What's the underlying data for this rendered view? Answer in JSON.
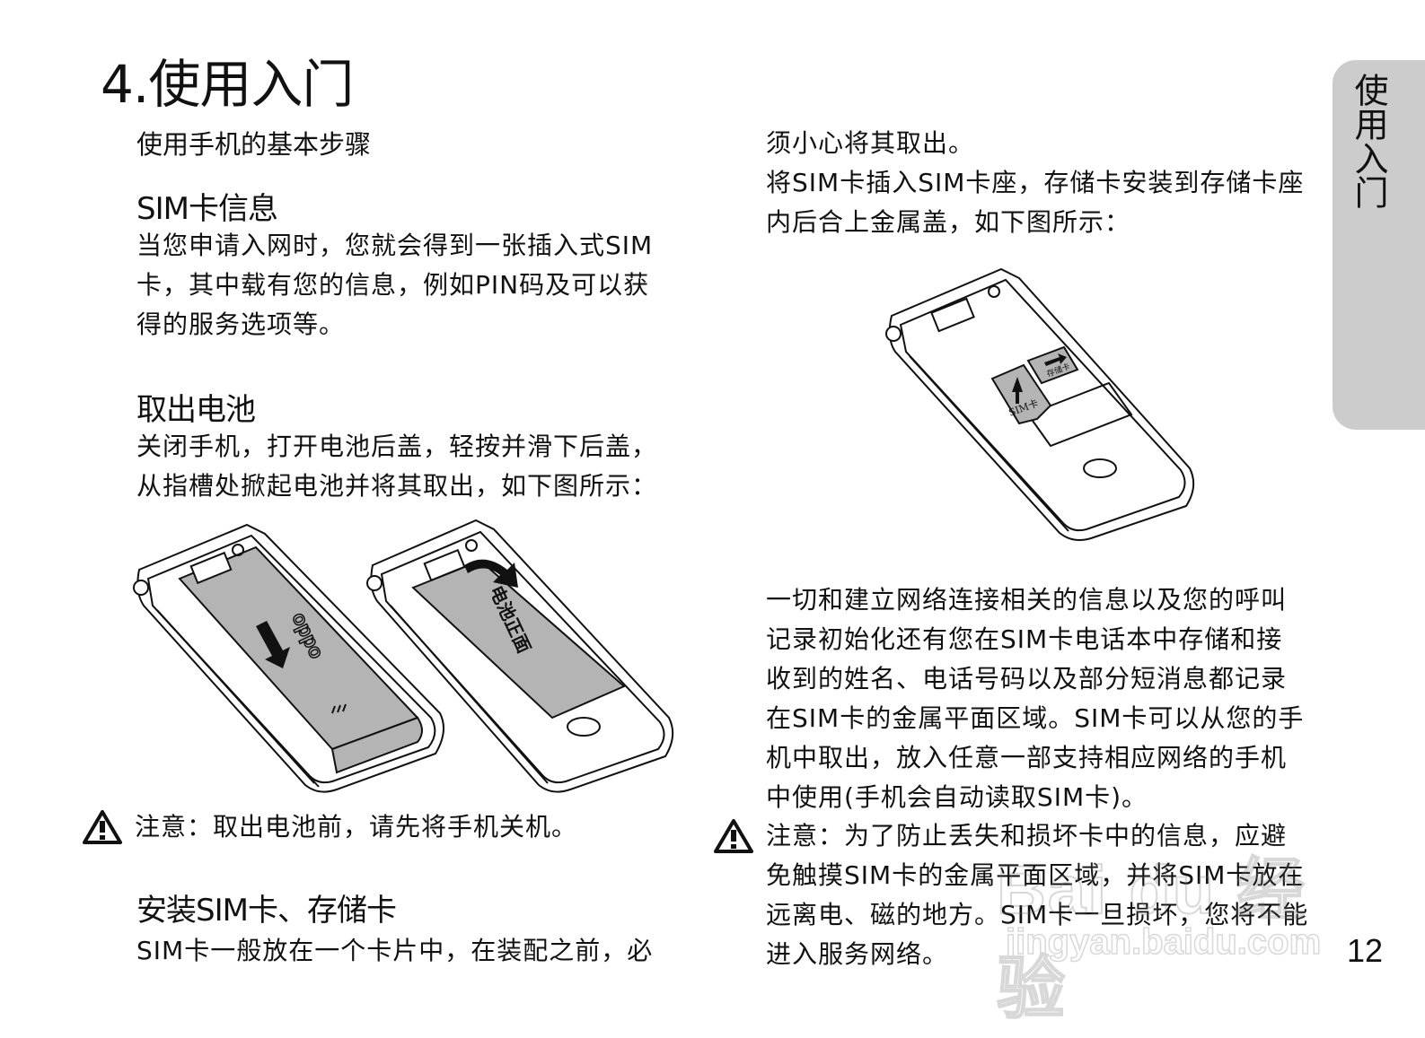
{
  "page": {
    "title": "4.使用入门",
    "intro": "使用手机的基本步骤",
    "side_tab": "使用入门",
    "page_number": "12"
  },
  "sections": {
    "sim_info": {
      "heading": "SIM卡信息",
      "lines": [
        "当您申请入网时，您就会得到一张插入式SIM",
        "卡，其中载有您的信息，例如PIN码及可以获",
        "得的服务选项等。"
      ]
    },
    "remove_battery": {
      "heading": "取出电池",
      "lines": [
        "关闭手机，打开电池后盖，轻按并滑下后盖，",
        "从指槽处掀起电池并将其取出，如下图所示："
      ],
      "note_label": "注意：",
      "note_text": "取出电池前，请先将手机关机。"
    },
    "install_sim": {
      "heading": "安装SIM卡、存储卡",
      "lines_left": [
        "SIM卡一般放在一个卡片中，在装配之前，必"
      ],
      "lines_right": [
        "须小心将其取出。",
        "将SIM卡插入SIM卡座，存储卡安装到存储卡座",
        "内后合上金属盖，如下图所示："
      ]
    },
    "sim_details": {
      "lines": [
        "一切和建立网络连接相关的信息以及您的呼叫",
        "记录初始化还有您在SIM卡电话本中存储和接",
        "收到的姓名、电话号码以及部分短消息都记录",
        "在SIM卡的金属平面区域。SIM卡可以从您的手",
        "机中取出，放入任意一部支持相应网络的手机",
        "中使用(手机会自动读取SIM卡)。"
      ],
      "note_label": "注意：",
      "note_lines": [
        "为了防止丢失和损坏卡中的信息，应避",
        "免触摸SIM卡的金属平面区域，并将SIM卡放在",
        "远离电、磁的地方。SIM卡一旦损坏，您将不能",
        "进入服务网络。"
      ]
    }
  },
  "figures": {
    "battery_cover": {
      "brand_label": "oppo",
      "icon": "slide-down-arrow-icon"
    },
    "battery_open": {
      "battery_label": "电池正面",
      "icon": "lift-arrow-icon"
    },
    "sim_install": {
      "sim_label": "SIM卡",
      "storage_label": "存储卡"
    }
  },
  "watermark": {
    "logo": "Bai du 经验",
    "url": "jingyan.baidu.com"
  },
  "colors": {
    "text": "#111111",
    "tab_bg": "#cccccc",
    "figure_fill": "#b4b4b4"
  }
}
